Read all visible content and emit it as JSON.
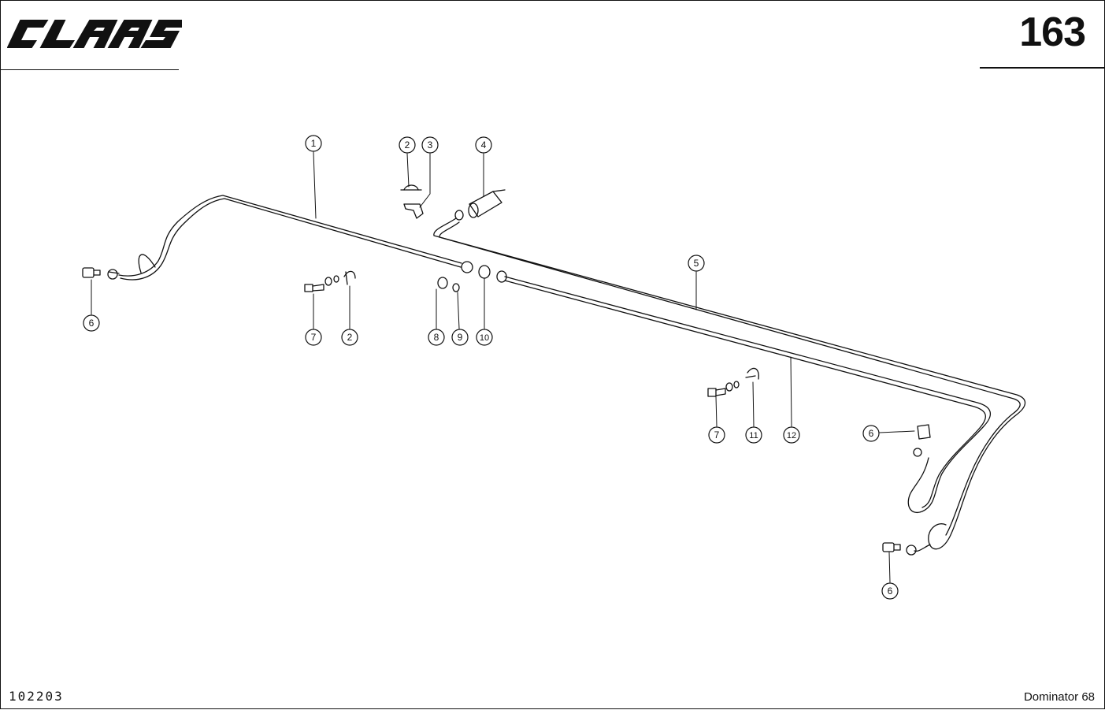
{
  "header": {
    "brand_logo": "CLAAS",
    "page_number": "163"
  },
  "footer": {
    "document_number": "102203",
    "model": "Dominator 68"
  },
  "callouts": {
    "c1": "1",
    "c2a": "2",
    "c3": "3",
    "c4": "4",
    "c5": "5",
    "c6a": "6",
    "c7a": "7",
    "c2b": "2",
    "c8": "8",
    "c9": "9",
    "c10": "10",
    "c7b": "7",
    "c11": "11",
    "c12": "12",
    "c6b": "6",
    "c6c": "6"
  }
}
